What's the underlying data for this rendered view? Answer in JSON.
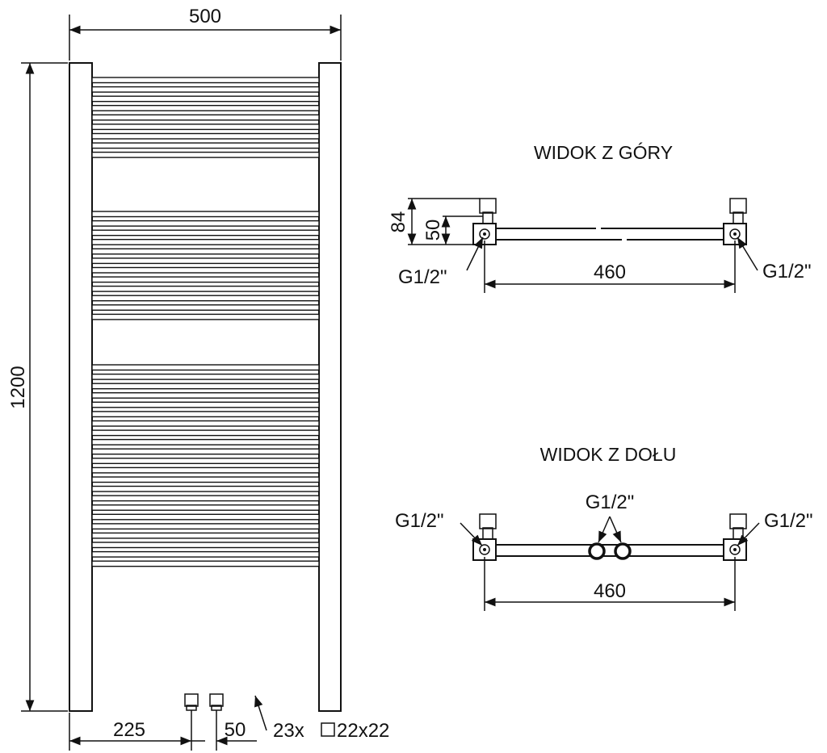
{
  "front": {
    "width": "500",
    "height": "1200",
    "offset": "225",
    "spacing": "50",
    "tubes": "23x",
    "tube_profile": "22x22",
    "rail_groups": [
      9,
      12,
      22
    ]
  },
  "top_view": {
    "title": "WIDOK Z GÓRY",
    "depth_total": "84",
    "depth_axis": "50",
    "span": "460",
    "conn_left": "G1/2\"",
    "conn_right": "G1/2\""
  },
  "bottom_view": {
    "title": "WIDOK Z DOŁU",
    "span": "460",
    "conn_left": "G1/2\"",
    "conn_center": "G1/2\"",
    "conn_right": "G1/2\""
  }
}
